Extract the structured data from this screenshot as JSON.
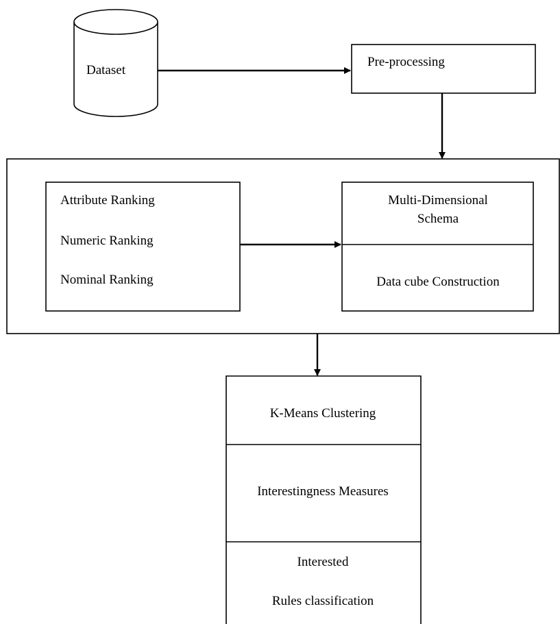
{
  "dataset": {
    "label": "Dataset"
  },
  "preprocessing": {
    "label": "Pre-processing"
  },
  "ranking": {
    "items": [
      "Attribute Ranking",
      "Numeric Ranking",
      "Nominal Ranking"
    ]
  },
  "schema": {
    "title_line1": "Multi-Dimensional",
    "title_line2": "Schema",
    "cube_label": "Data cube Construction"
  },
  "pipeline": {
    "clustering_label": "K-Means Clustering",
    "measures_label": "Interestingness Measures",
    "rules_line1": "Interested",
    "rules_line2": "Rules classification"
  }
}
